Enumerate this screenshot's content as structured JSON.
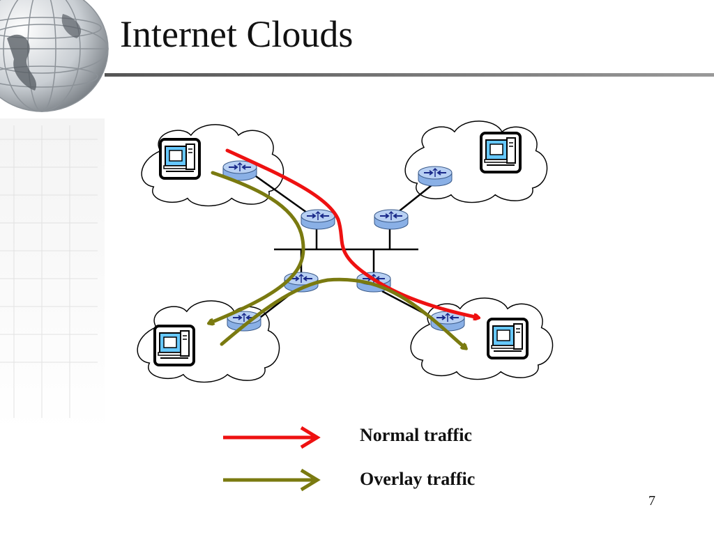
{
  "slide": {
    "title": "Internet Clouds",
    "page_number": "7"
  },
  "legend": {
    "normal": {
      "label": "Normal traffic",
      "color": "#ee1111"
    },
    "overlay": {
      "label": "Overlay traffic",
      "color": "#7a7a10"
    }
  },
  "diagram": {
    "clouds": [
      "top-left",
      "top-right",
      "bottom-left",
      "bottom-right"
    ],
    "icons": [
      "computer-icon",
      "router-icon",
      "globe-icon"
    ],
    "colors": {
      "router": "#8ab0e6",
      "computer_screen": "#66c8ff",
      "link": "#000000"
    }
  }
}
